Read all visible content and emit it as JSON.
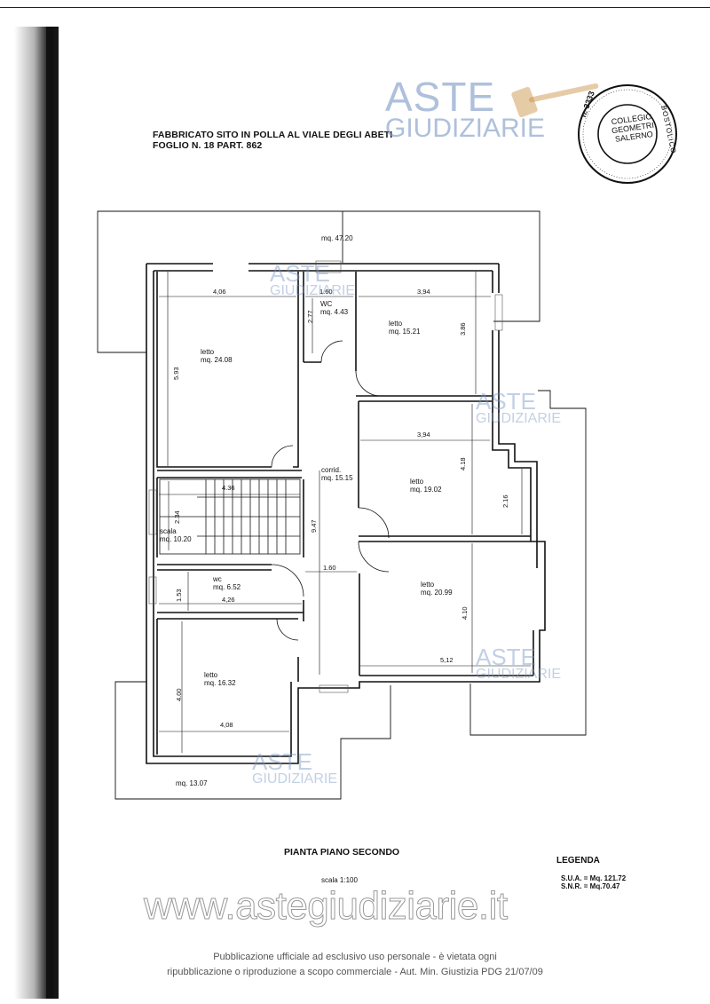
{
  "header": {
    "line1": "FABBRICATO SITO IN POLLA AL VIALE DEGLI ABETI",
    "line2": "FOGLIO N. 18 PART. 862"
  },
  "watermark": {
    "aste": "ASTE",
    "giudiziarie": "GIUDIZIARIE",
    "url": "www.astegiudiziarie.it"
  },
  "stamp": {
    "inner": [
      "COLLEGIO",
      "GEOMETRI",
      "SALERNO"
    ],
    "number": "n. 3333",
    "ring": "BOSTOLICO"
  },
  "areas": {
    "terrace_top": "mq. 47.20",
    "terrace_bottom": "mq. 13.07"
  },
  "rooms": {
    "letto1": {
      "name": "letto",
      "area": "mq. 24.08"
    },
    "wc1": {
      "name": "WC",
      "area": "mq. 4.43"
    },
    "letto2": {
      "name": "letto",
      "area": "mq. 15.21"
    },
    "corridor": {
      "name": "corrid.",
      "area": "mq. 15.15"
    },
    "letto3": {
      "name": "letto",
      "area": "mq. 19.02"
    },
    "scala": {
      "name": "scala",
      "area": "mq. 10.20"
    },
    "wc2": {
      "name": "wc",
      "area": "mq. 6.52"
    },
    "letto4": {
      "name": "letto",
      "area": "mq. 20.99"
    },
    "letto5": {
      "name": "letto",
      "area": "mq. 16.32"
    }
  },
  "dims": {
    "d406": "4,06",
    "d160a": "1.60",
    "d394a": "3,94",
    "d277": "2.77",
    "d593": "5.93",
    "d386": "3.86",
    "d394b": "3,94",
    "d418": "4.18",
    "d216": "2.16",
    "d436": "4.36",
    "d234": "2.34",
    "d947": "9.47",
    "d160b": "1.60",
    "d153": "1.53",
    "d426": "4,26",
    "d410": "4.10",
    "d512": "5,12",
    "d400": "4.00",
    "d408": "4,08"
  },
  "title": "PIANTA PIANO SECONDO",
  "scale": "scala 1:100",
  "legend": {
    "title": "LEGENDA",
    "sua": "S.U.A. = Mq. 121.72",
    "snr": "S.N.R. = Mq.70.47"
  },
  "footer": {
    "line1": "Pubblicazione ufficiale ad esclusivo uso personale - è vietata ogni",
    "line2": "ripubblicazione o riproduzione a scopo commerciale - Aut. Min. Giustizia PDG 21/07/09"
  }
}
